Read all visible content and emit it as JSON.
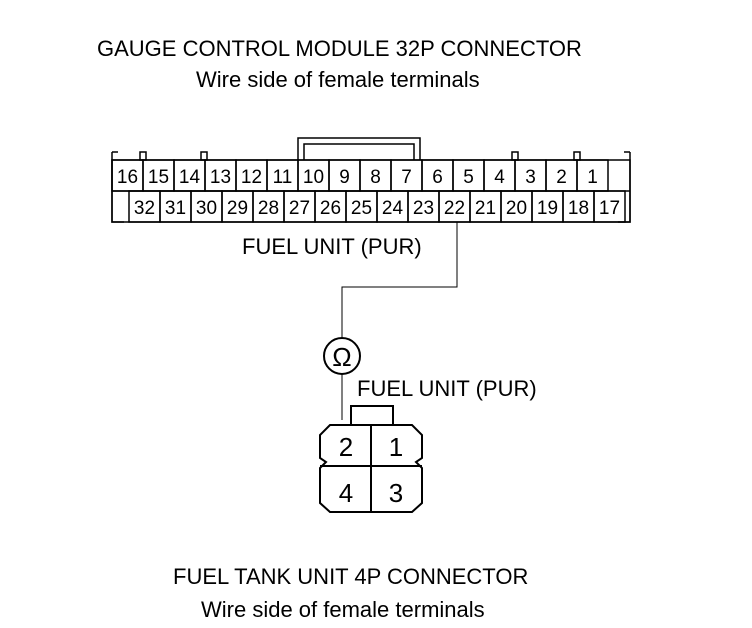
{
  "gcm_connector": {
    "title": "GAUGE CONTROL MODULE 32P CONNECTOR",
    "subtitle": "Wire side of female terminals",
    "top_row": [
      "16",
      "15",
      "14",
      "13",
      "12",
      "11",
      "10",
      "9",
      "8",
      "7",
      "6",
      "5",
      "4",
      "3",
      "2",
      "1"
    ],
    "bottom_row": [
      "",
      "32",
      "31",
      "30",
      "29",
      "28",
      "27",
      "26",
      "25",
      "24",
      "23",
      "22",
      "21",
      "20",
      "19",
      "18",
      "17"
    ],
    "probe_terminal": "22",
    "probe_label": "FUEL UNIT (PUR)"
  },
  "meter": {
    "symbol": "Ω",
    "icon": "ohmmeter-icon"
  },
  "fuel_tank_connector": {
    "title": "FUEL TANK UNIT 4P CONNECTOR",
    "subtitle": "Wire side of female terminals",
    "probe_label": "FUEL UNIT (PUR)",
    "terminals": [
      "2",
      "1",
      "4",
      "3"
    ],
    "probe_terminal": "2"
  }
}
